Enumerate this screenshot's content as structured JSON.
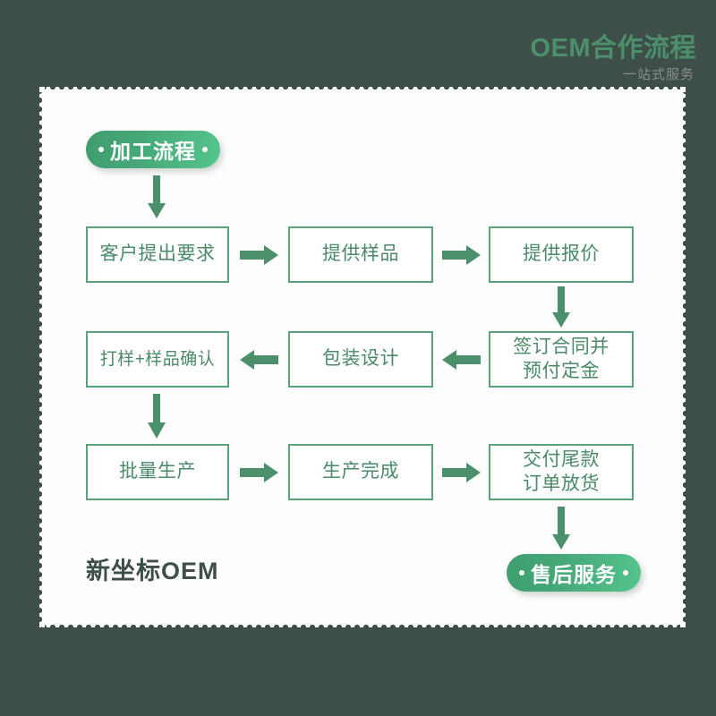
{
  "canvas": {
    "background_color": "#3e4f49",
    "card_color": "#fdfdfd",
    "accent_green": "#4c8f6a",
    "border_green": "#58a27c",
    "arrow_green": "#4b8f6b",
    "badge_gradient_from": "#3f9d6e",
    "badge_gradient_to": "#55c48d",
    "subtitle_gray": "#8c8c8c",
    "brand_color": "#3e4f49"
  },
  "header": {
    "title": "OEM合作流程",
    "subtitle": "一站式服务"
  },
  "badges": {
    "start": {
      "label": "加工流程",
      "left_dot": "dot",
      "right_dot": "dot"
    },
    "end": {
      "label": "售后服务",
      "left_dot": "dot",
      "right_dot": "dot"
    }
  },
  "flow": {
    "rows": [
      {
        "direction": "left-to-right",
        "nodes": [
          {
            "id": "n1",
            "label": "客户提出要求"
          },
          {
            "id": "n2",
            "label": "提供样品"
          },
          {
            "id": "n3",
            "label": "提供报价"
          }
        ]
      },
      {
        "direction": "right-to-left",
        "nodes": [
          {
            "id": "n6",
            "label": "打样+样品确认"
          },
          {
            "id": "n5",
            "label": "包装设计"
          },
          {
            "id": "n4",
            "label": "签订合同并\n预付定金",
            "line1": "签订合同并",
            "line2": "预付定金"
          }
        ]
      },
      {
        "direction": "left-to-right",
        "nodes": [
          {
            "id": "n7",
            "label": "批量生产"
          },
          {
            "id": "n8",
            "label": "生产完成"
          },
          {
            "id": "n9",
            "label": "交付尾款\n订单放货",
            "line1": "交付尾款",
            "line2": "订单放货"
          }
        ]
      }
    ],
    "connectors": [
      {
        "name": "badge-to-n1",
        "icon": "arrow-down-icon"
      },
      {
        "name": "n1-to-n2",
        "icon": "arrow-right-icon"
      },
      {
        "name": "n2-to-n3",
        "icon": "arrow-right-icon"
      },
      {
        "name": "n3-to-n4",
        "icon": "arrow-down-icon"
      },
      {
        "name": "n4-to-n5",
        "icon": "arrow-left-icon"
      },
      {
        "name": "n5-to-n6",
        "icon": "arrow-left-icon"
      },
      {
        "name": "n6-to-n7",
        "icon": "arrow-down-icon"
      },
      {
        "name": "n7-to-n8",
        "icon": "arrow-right-icon"
      },
      {
        "name": "n8-to-n9",
        "icon": "arrow-right-icon"
      },
      {
        "name": "n9-to-badge",
        "icon": "arrow-down-icon"
      }
    ]
  },
  "footer": {
    "brand": "新坐标OEM"
  }
}
